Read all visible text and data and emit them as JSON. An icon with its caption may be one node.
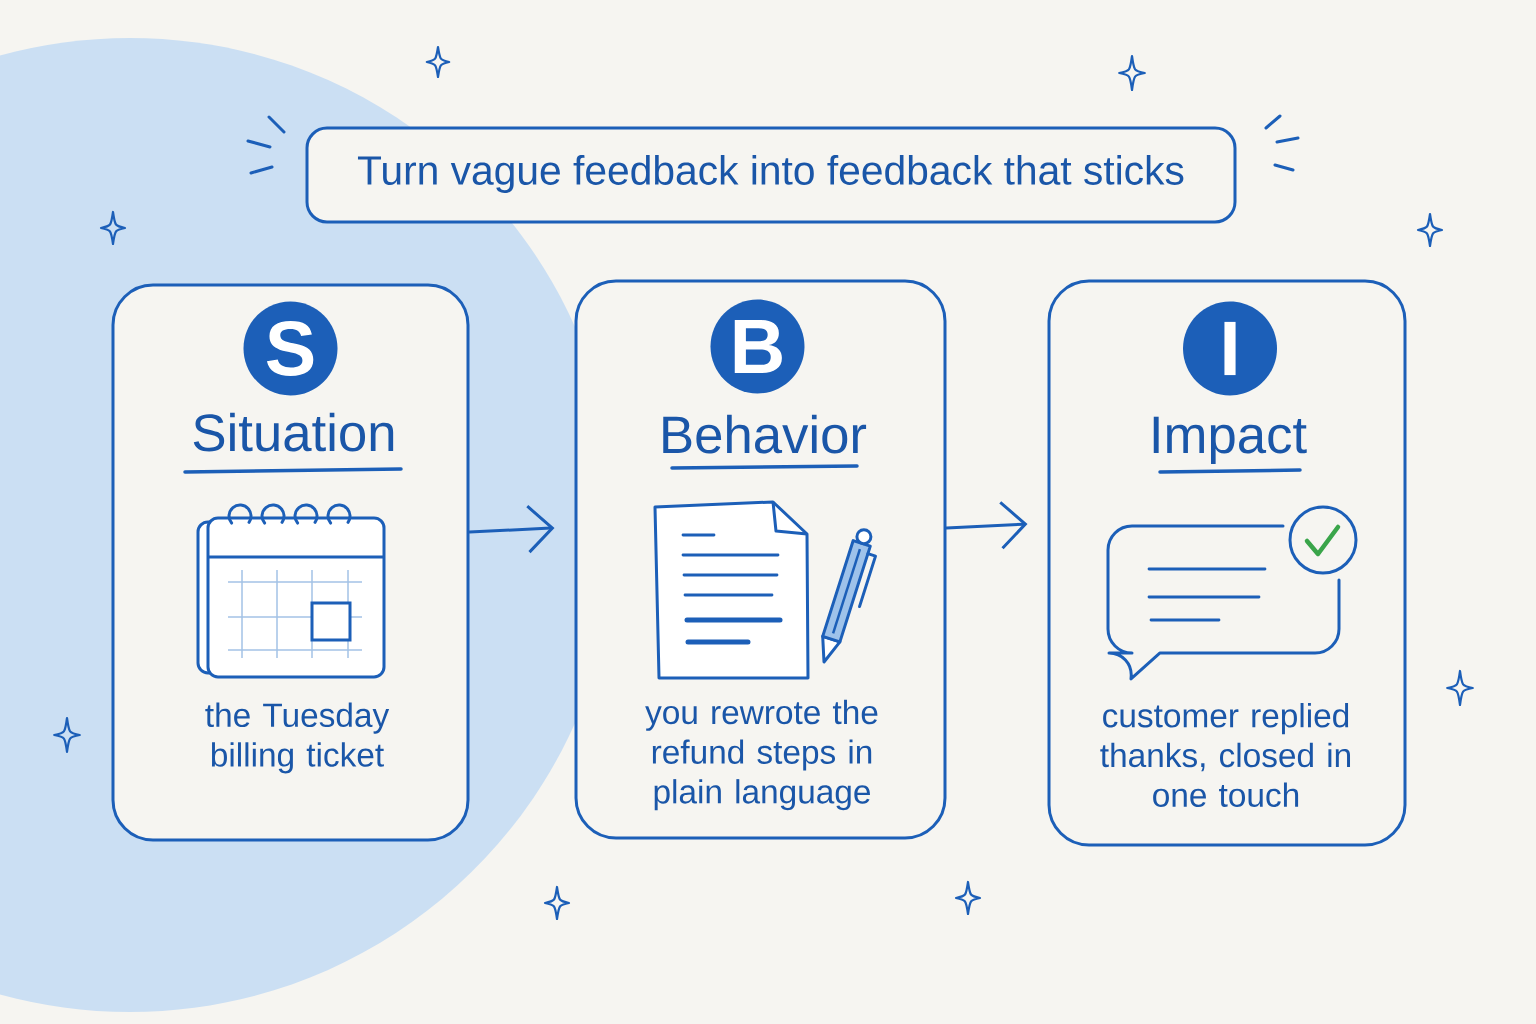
{
  "diagram": {
    "title": "Turn vague feedback into feedback that sticks",
    "nodes": [
      {
        "text": [
          "Situation",
          "the Tuesday billing ticket"
        ]
      },
      {
        "text": [
          "S"
        ],
        "in": 0
      },
      {
        "text": [
          "Behavior",
          "you rewrote the refund steps in plain language"
        ]
      },
      {
        "text": [
          "B"
        ],
        "in": 2
      },
      {
        "text": [
          "Impact",
          "customer replied thanks, closed in one touch"
        ]
      },
      {
        "text": [
          "I"
        ],
        "in": 4
      }
    ],
    "edges": [
      {
        "from": 0,
        "to": 2,
        "arrow": "to"
      },
      {
        "from": 2,
        "to": 4,
        "arrow": "to"
      }
    ]
  }
}
